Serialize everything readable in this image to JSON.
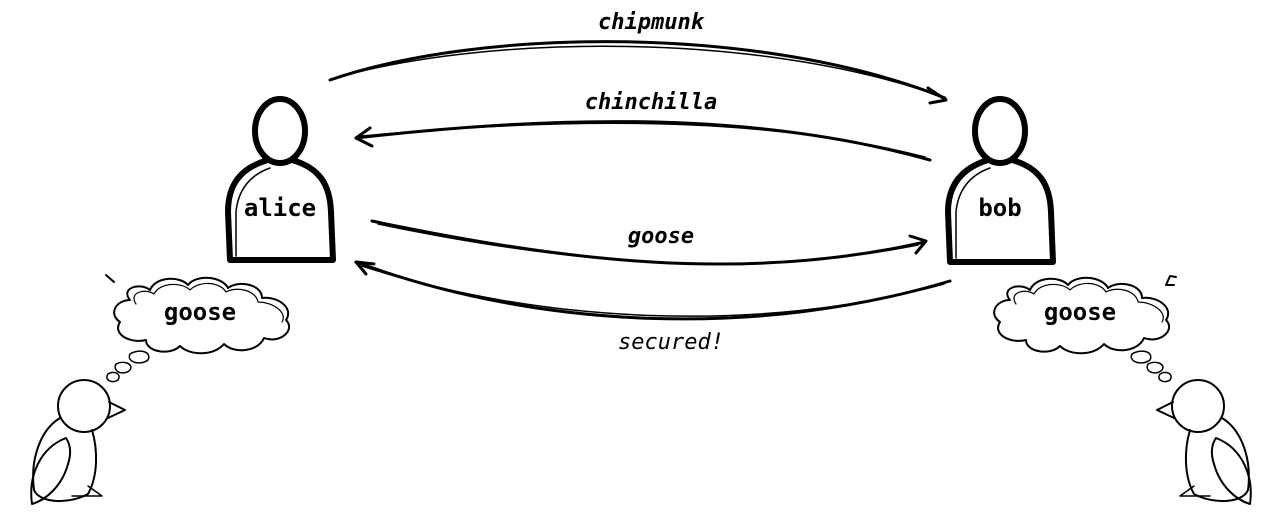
{
  "actors": {
    "alice": {
      "label": "alice"
    },
    "bob": {
      "label": "bob"
    }
  },
  "messages": {
    "chipmunk": {
      "label": "chipmunk"
    },
    "chinchilla": {
      "label": "chinchilla"
    },
    "goose": {
      "label": "goose"
    },
    "secured": {
      "label": "secured!"
    }
  },
  "thoughts": {
    "alice": {
      "label": "goose"
    },
    "bob": {
      "label": "goose"
    }
  },
  "icons": [
    "person-icon",
    "bird-icon",
    "thought-cloud-icon",
    "arrow-icon"
  ]
}
